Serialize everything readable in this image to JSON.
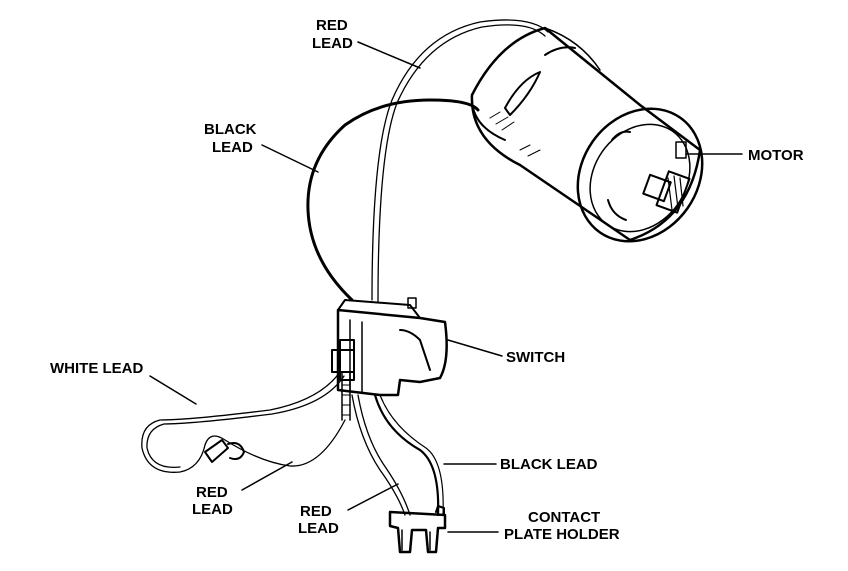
{
  "labels": {
    "red_lead_top_1": "RED",
    "red_lead_top_2": "LEAD",
    "black_lead_top_1": "BLACK",
    "black_lead_top_2": "LEAD",
    "motor": "MOTOR",
    "switch": "SWITCH",
    "white_lead": "WHITE LEAD",
    "black_lead_bottom": "BLACK LEAD",
    "red_lead_left_1": "RED",
    "red_lead_left_2": "LEAD",
    "red_lead_center_1": "RED",
    "red_lead_center_2": "LEAD",
    "contact_1": "CONTACT",
    "contact_2": "PLATE HOLDER"
  }
}
